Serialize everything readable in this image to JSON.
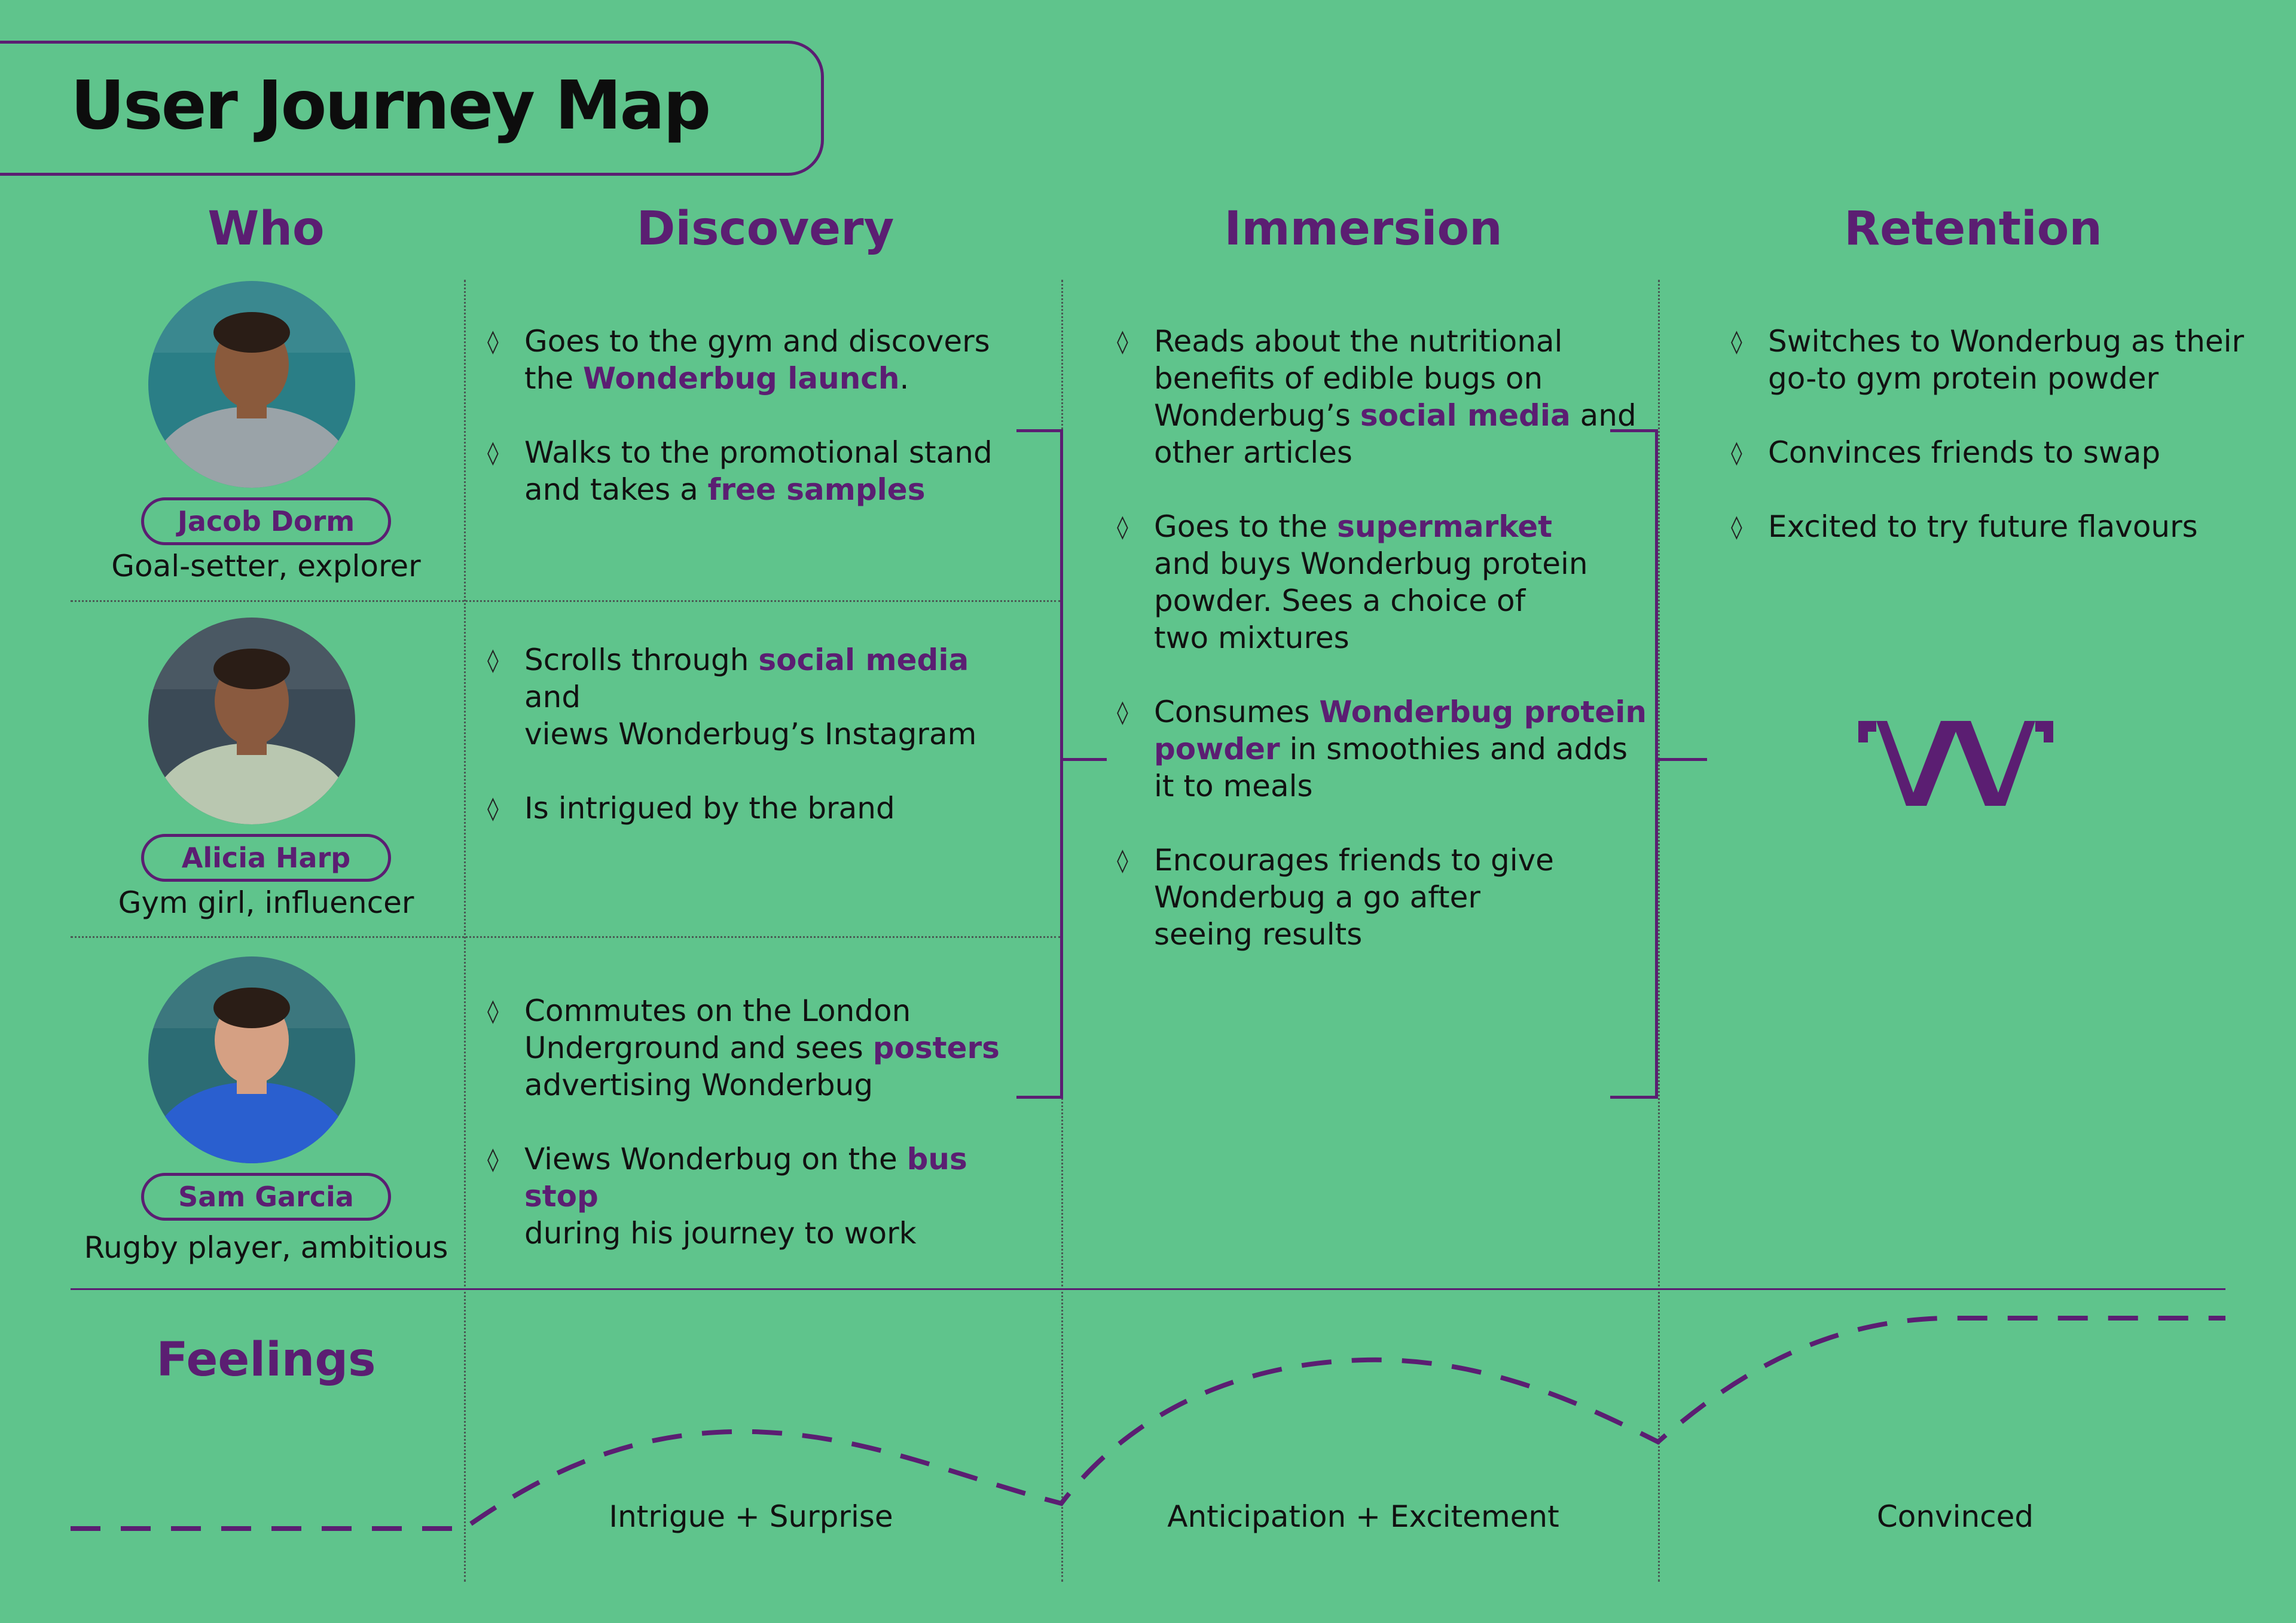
{
  "title": "User Journey Map",
  "columns": {
    "who": "Who",
    "discovery": "Discovery",
    "immersion": "Immersion",
    "retention": "Retention"
  },
  "personas": [
    {
      "name": "Jacob Dorm",
      "role": "Goal-setter, explorer",
      "shirt": "#9aa3a8",
      "skin": "#8a5a3c",
      "bg": "#2a7e86"
    },
    {
      "name": "Alicia Harp",
      "role": "Gym girl, influencer",
      "shirt": "#b9c7b0",
      "skin": "#8a5a3f",
      "bg": "#3b4a56"
    },
    {
      "name": "Sam Garcia",
      "role": "Rugby player, ambitious",
      "shirt": "#2a5fcf",
      "skin": "#d5a083",
      "bg": "#2c6c74"
    }
  ],
  "discovery": [
    [
      [
        {
          "t": "Goes to the gym and discovers"
        },
        {
          "br": true
        },
        {
          "t": "the "
        },
        {
          "t": "Wonderbug launch",
          "hl": true
        },
        {
          "t": "."
        }
      ],
      [
        {
          "t": "Walks to the promotional stand"
        },
        {
          "br": true
        },
        {
          "t": "and takes a "
        },
        {
          "t": "free samples",
          "hl": true
        }
      ]
    ],
    [
      [
        {
          "t": "Scrolls through "
        },
        {
          "t": "social media",
          "hl": true
        },
        {
          "t": " and"
        },
        {
          "br": true
        },
        {
          "t": "views Wonderbug’s Instagram"
        }
      ],
      [
        {
          "t": "Is intrigued by the brand"
        }
      ]
    ],
    [
      [
        {
          "t": "Commutes on the London"
        },
        {
          "br": true
        },
        {
          "t": "Underground and sees "
        },
        {
          "t": "posters",
          "hl": true
        },
        {
          "br": true
        },
        {
          "t": "advertising Wonderbug"
        }
      ],
      [
        {
          "t": "Views Wonderbug on the "
        },
        {
          "t": "bus stop",
          "hl": true
        },
        {
          "br": true
        },
        {
          "t": "during his journey to work"
        }
      ]
    ]
  ],
  "immersion": [
    [
      {
        "t": "Reads about the nutritional"
      },
      {
        "br": true
      },
      {
        "t": "benefits of edible bugs on"
      },
      {
        "br": true
      },
      {
        "t": "Wonderbug’s "
      },
      {
        "t": "social media",
        "hl": true
      },
      {
        "t": " and"
      },
      {
        "br": true
      },
      {
        "t": "other articles"
      }
    ],
    [
      {
        "t": "Goes to the "
      },
      {
        "t": "supermarket",
        "hl": true
      },
      {
        "br": true
      },
      {
        "t": "and buys Wonderbug protein"
      },
      {
        "br": true
      },
      {
        "t": "powder. Sees a choice of"
      },
      {
        "br": true
      },
      {
        "t": "two mixtures"
      }
    ],
    [
      {
        "t": "Consumes "
      },
      {
        "t": "Wonderbug protein",
        "hl": true
      },
      {
        "br": true
      },
      {
        "t": "powder",
        "hl": true
      },
      {
        "t": " in smoothies and adds"
      },
      {
        "br": true
      },
      {
        "t": "it to meals"
      }
    ],
    [
      {
        "t": "Encourages friends to give"
      },
      {
        "br": true
      },
      {
        "t": "Wonderbug a go after"
      },
      {
        "br": true
      },
      {
        "t": "seeing results"
      }
    ]
  ],
  "retention": [
    [
      {
        "t": "Switches to Wonderbug as their"
      },
      {
        "br": true
      },
      {
        "t": "go-to gym protein powder"
      }
    ],
    [
      {
        "t": "Convinces friends to swap"
      }
    ],
    [
      {
        "t": "Excited to try future flavours"
      }
    ]
  ],
  "feelings": {
    "label": "Feelings",
    "discovery": "Intrigue + Surprise",
    "immersion": "Anticipation + Excitement",
    "retention": "Convinced"
  },
  "colors": {
    "background": "#5fc48c",
    "accent": "#5b1e72",
    "text": "#111111"
  },
  "icons": {
    "bullet": "◊",
    "logo": "wonderbug-w-logo"
  }
}
